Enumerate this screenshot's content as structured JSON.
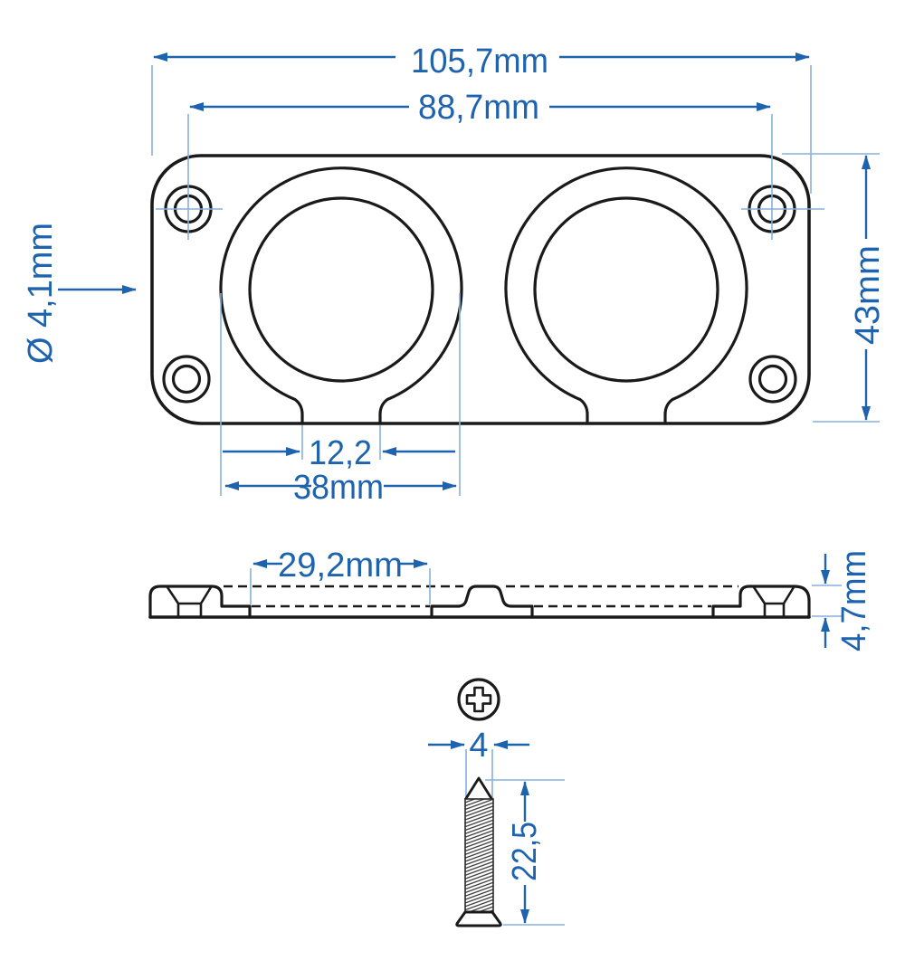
{
  "colors": {
    "line": "#1a1a1a",
    "dimension_blue": "#1e63ae",
    "extension_blue": "#87b0d8",
    "background": "#ffffff"
  },
  "top_view": {
    "overall_width": "105,7mm",
    "hole_spacing": "88,7mm",
    "hole_diameter": "Ø 4,1mm",
    "height": "43mm",
    "slot_width": "12,2",
    "socket_outer_diameter": "38mm"
  },
  "side_view": {
    "socket_inner_diameter": "29,2mm",
    "thickness": "4,7mm"
  },
  "screw": {
    "shank_diameter": "4",
    "length": "22,5"
  }
}
